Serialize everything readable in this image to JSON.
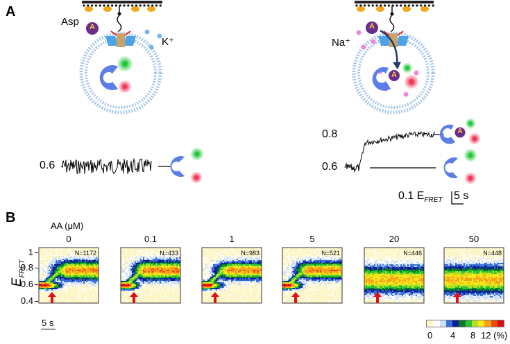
{
  "panel_a": {
    "letter": "A",
    "left_scene": {
      "aa_label": "Asp",
      "ion_label": "K⁺",
      "a_badge": "A"
    },
    "right_scene": {
      "ion_label": "Na⁺",
      "a_badge": "A",
      "a_inner": "A"
    },
    "left_trace": {
      "level_label": "0.6"
    },
    "right_trace": {
      "high_label": "0.8",
      "low_label": "0.6",
      "scalebar_y": "0.1 E",
      "scalebar_y_sub": "FRET",
      "scalebar_x": "5 s",
      "complex_badge": "A"
    }
  },
  "panel_b": {
    "letter": "B",
    "concentration_header": "AA (μM)",
    "ylabel": "E",
    "ylabel_sub": "FRET",
    "y_ticks": [
      "1",
      "0.8",
      "0.6",
      "0.4"
    ],
    "time_scalebar": "5 s",
    "heatmaps": [
      {
        "conc": "0",
        "n": "N=1172"
      },
      {
        "conc": "0.1",
        "n": "N=433"
      },
      {
        "conc": "1",
        "n": "N=983"
      },
      {
        "conc": "5",
        "n": "N=521"
      },
      {
        "conc": "20",
        "n": "N=446"
      },
      {
        "conc": "50",
        "n": "N=448"
      }
    ],
    "colorbar": {
      "ticks": [
        "0",
        "4",
        "8",
        "12 (%)"
      ],
      "colors": [
        "#fff6c8",
        "#ffffff",
        "#cfe0f8",
        "#3a6fd8",
        "#0a1e9a",
        "#0c7a2a",
        "#27c43a",
        "#b8e020",
        "#f6e81a",
        "#f7a21a",
        "#f04a10",
        "#d41010"
      ]
    }
  },
  "colors": {
    "transporter": "#4da3e8",
    "badge": "#6a2d8c",
    "crescent": "#5b7ee8",
    "donor": "#22c83c",
    "acceptor": "#f03a5a",
    "arrow": "#e0101a"
  }
}
